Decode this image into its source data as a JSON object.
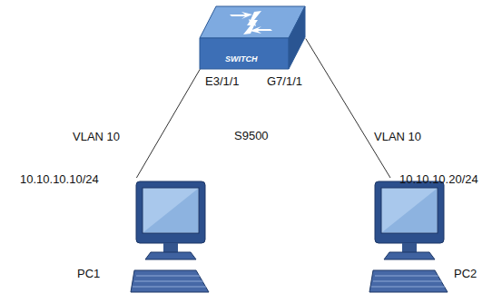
{
  "diagram": {
    "nodes": [
      {
        "text": [
          "SWITCH"
        ]
      },
      {
        "text": [
          "PC1"
        ]
      },
      {
        "text": [
          "PC2"
        ]
      }
    ],
    "edges": [
      {
        "from": 0,
        "to": 1,
        "arrow": "none",
        "label": "VLAN 10"
      },
      {
        "from": 0,
        "to": 2,
        "arrow": "none",
        "label": "VLAN 10"
      }
    ],
    "labels": [
      "E3/1/1",
      "G7/1/1",
      "S9500",
      "10.10.10.10/24",
      "10.10.10.20/24"
    ]
  }
}
